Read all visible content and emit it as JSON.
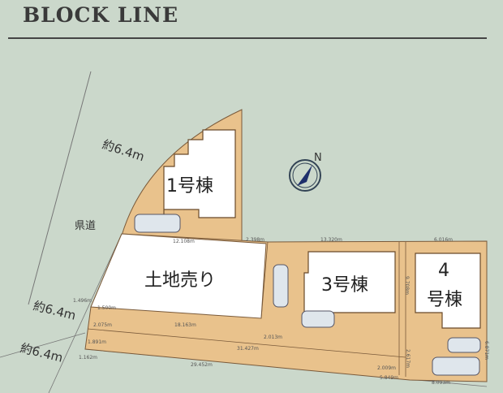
{
  "header": {
    "title": "BLOCK LINE"
  },
  "colors": {
    "background": "#cbd8cb",
    "lot": "#e9c28c",
    "building": "#ffffff",
    "outline": "#7a5a3a",
    "compass": "#1e2f6b"
  },
  "road": {
    "label": "県道",
    "widths": [
      "約6.4m",
      "約6.4m",
      "約6.4m"
    ]
  },
  "compass": {
    "label": "N"
  },
  "lots": [
    {
      "label": "1号棟"
    },
    {
      "label": "土地売り"
    },
    {
      "label": "3号棟"
    },
    {
      "label": "4",
      "label2": "号棟"
    }
  ],
  "dimensions": [
    "12.108m",
    "2.398m",
    "13.320m",
    "6.016m",
    "18.163m",
    "2.013m",
    "31.427m",
    "29.452m",
    "2.009m",
    "5.849m",
    "8.093m",
    "2.075m",
    "1.500m",
    "1.496m",
    "1.891m",
    "1.162m",
    "2.617m",
    "9.708m",
    "6.871m"
  ]
}
